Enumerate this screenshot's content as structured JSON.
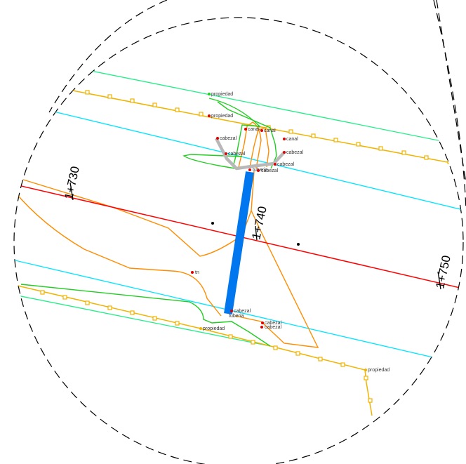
{
  "drawing": {
    "stations": [
      "1+730",
      "1+740",
      "1+750"
    ],
    "labels": {
      "propiedad": "propiedad",
      "canal": "canal",
      "cabezal": "cabezal",
      "tn": "tn",
      "tuberia": "tuberia"
    },
    "colors": {
      "boundary": "#000000",
      "property_line": "#f0b400",
      "row_line": "#22ee88",
      "edge_line": "#00e5ff",
      "centerline": "#ff0000",
      "contour_orange": "#ff8c00",
      "contour_green": "#22cc22",
      "culvert": "#0077ee",
      "headwall": "#b8b8b8",
      "point_red": "#dd0000"
    }
  }
}
